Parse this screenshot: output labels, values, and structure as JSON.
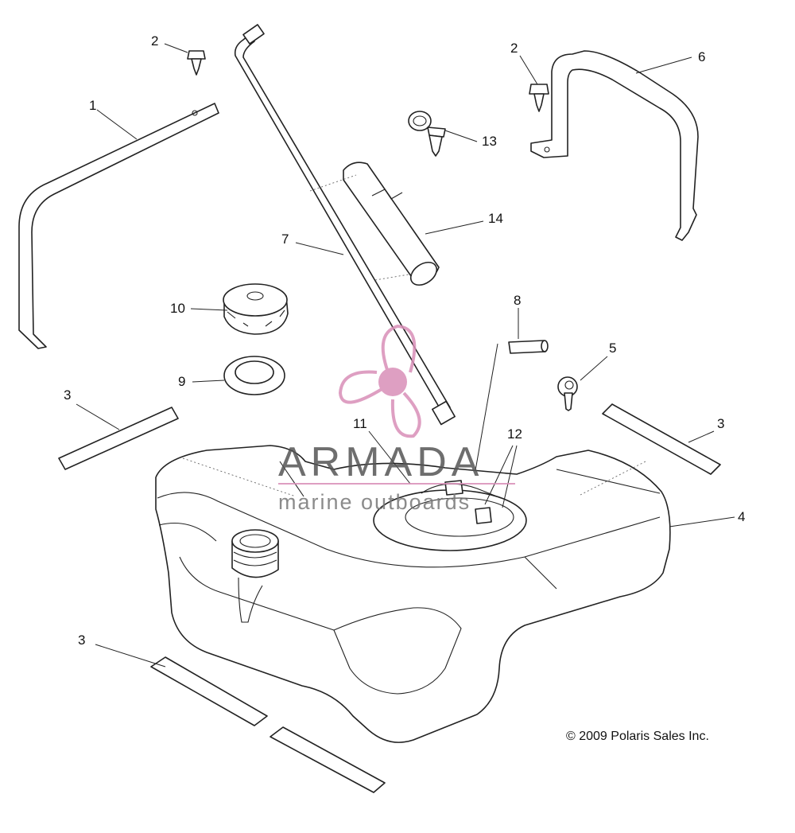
{
  "diagram": {
    "callouts": {
      "c1": "1",
      "c2a": "2",
      "c2b": "2",
      "c3a": "3",
      "c3b": "3",
      "c3c": "3",
      "c4": "4",
      "c5": "5",
      "c6": "6",
      "c7": "7",
      "c8": "8",
      "c9": "9",
      "c10": "10",
      "c11": "11",
      "c12": "12",
      "c13": "13",
      "c14": "14"
    },
    "copyright": "© 2009 Polaris Sales Inc."
  },
  "watermark": {
    "title": "ARMADA",
    "subtitle": "marine outboards",
    "color": "#d98fb8"
  }
}
